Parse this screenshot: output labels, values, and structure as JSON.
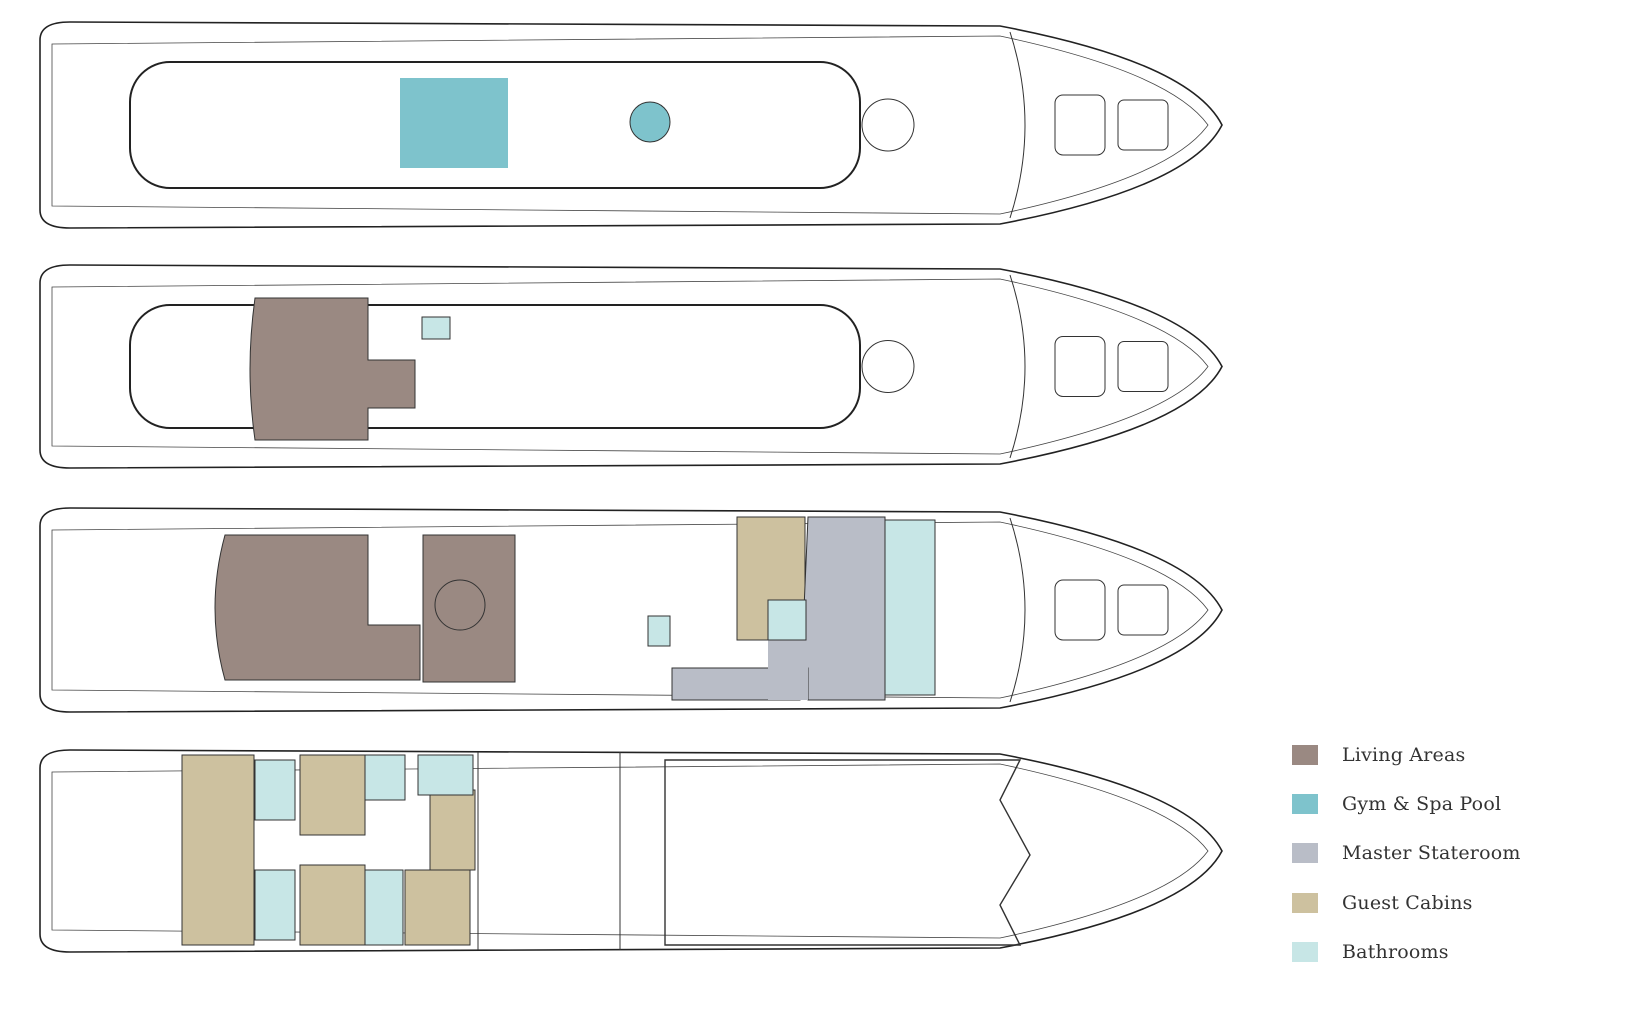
{
  "title": "Yacht deck plan",
  "legend": [
    {
      "label": "Living Areas",
      "color": "#9a8982"
    },
    {
      "label": "Gym & Spa Pool",
      "color": "#7ec3cc"
    },
    {
      "label": "Master Stateroom",
      "color": "#b9bdc7"
    },
    {
      "label": "Guest Cabins",
      "color": "#cdc19f"
    },
    {
      "label": "Bathrooms",
      "color": "#c7e6e6"
    }
  ],
  "decks": [
    "sun-deck",
    "bridge-deck",
    "main-deck",
    "lower-deck"
  ]
}
